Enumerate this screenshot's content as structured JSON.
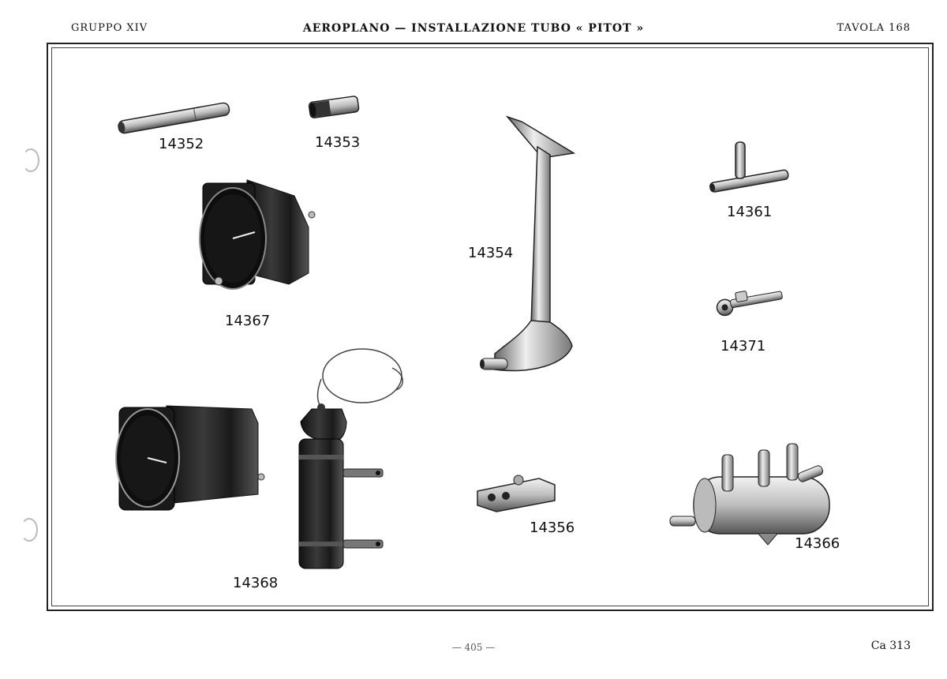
{
  "header": {
    "left": "GRUPPO XIV",
    "title": "AEROPLANO — INSTALLAZIONE TUBO « PITOT »",
    "right": "TAVOLA 168"
  },
  "parts": [
    {
      "id": "p14352",
      "label": "14352"
    },
    {
      "id": "p14353",
      "label": "14353"
    },
    {
      "id": "p14354",
      "label": "14354"
    },
    {
      "id": "p14361",
      "label": "14361"
    },
    {
      "id": "p14367",
      "label": "14367"
    },
    {
      "id": "p14371",
      "label": "14371"
    },
    {
      "id": "p14368",
      "label": "14368"
    },
    {
      "id": "p14356",
      "label": "14356"
    },
    {
      "id": "p14366",
      "label": "14366"
    }
  ],
  "footer": {
    "page": "— 405 —",
    "code": "Ca 313"
  }
}
